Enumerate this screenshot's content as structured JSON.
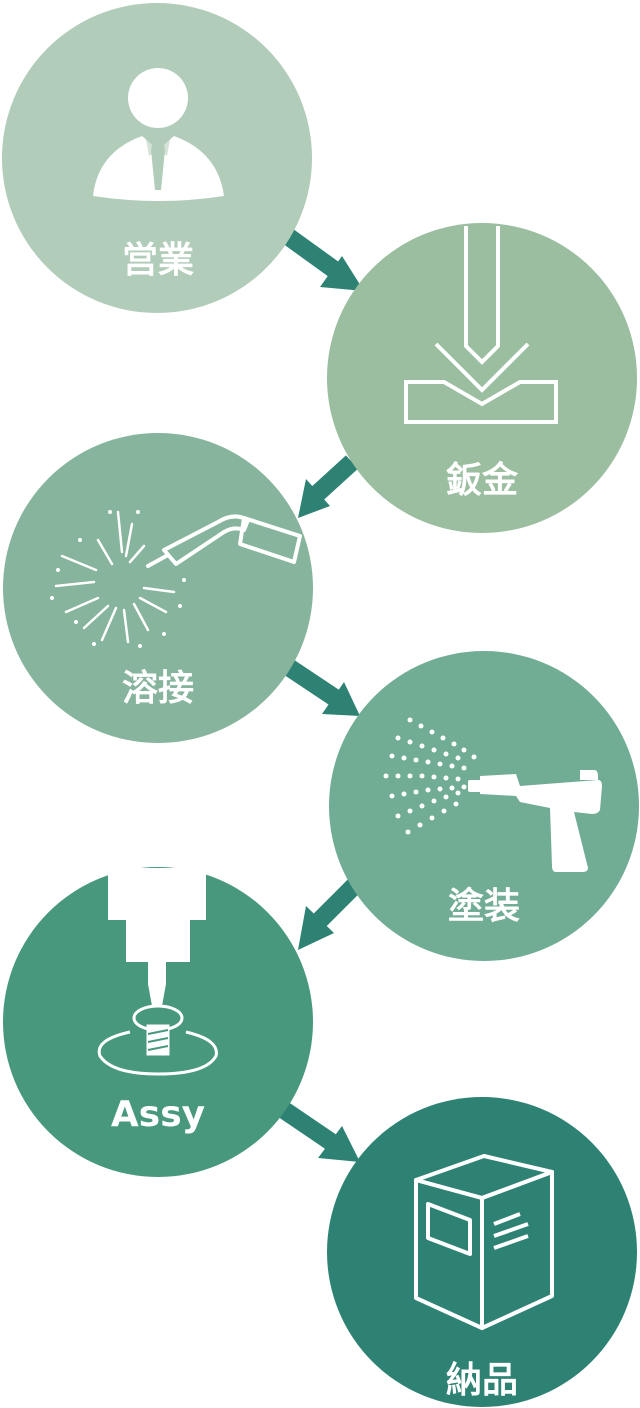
{
  "steps": [
    {
      "id": "sales",
      "label": "営業",
      "icon": "businessperson-icon",
      "color": "#b2ccba"
    },
    {
      "id": "sheet-metal",
      "label": "鈑金",
      "icon": "press-brake-icon",
      "color": "#9abe9f"
    },
    {
      "id": "welding",
      "label": "溶接",
      "icon": "welding-torch-icon",
      "color": "#86b49c"
    },
    {
      "id": "painting",
      "label": "塗装",
      "icon": "spray-gun-icon",
      "color": "#71ac95"
    },
    {
      "id": "assy",
      "label": "Assy",
      "icon": "screwdriver-icon",
      "color": "#47987c"
    },
    {
      "id": "delivery",
      "label": "納品",
      "icon": "box-icon",
      "color": "#2e8274"
    }
  ],
  "arrow_color": "#2e8274"
}
